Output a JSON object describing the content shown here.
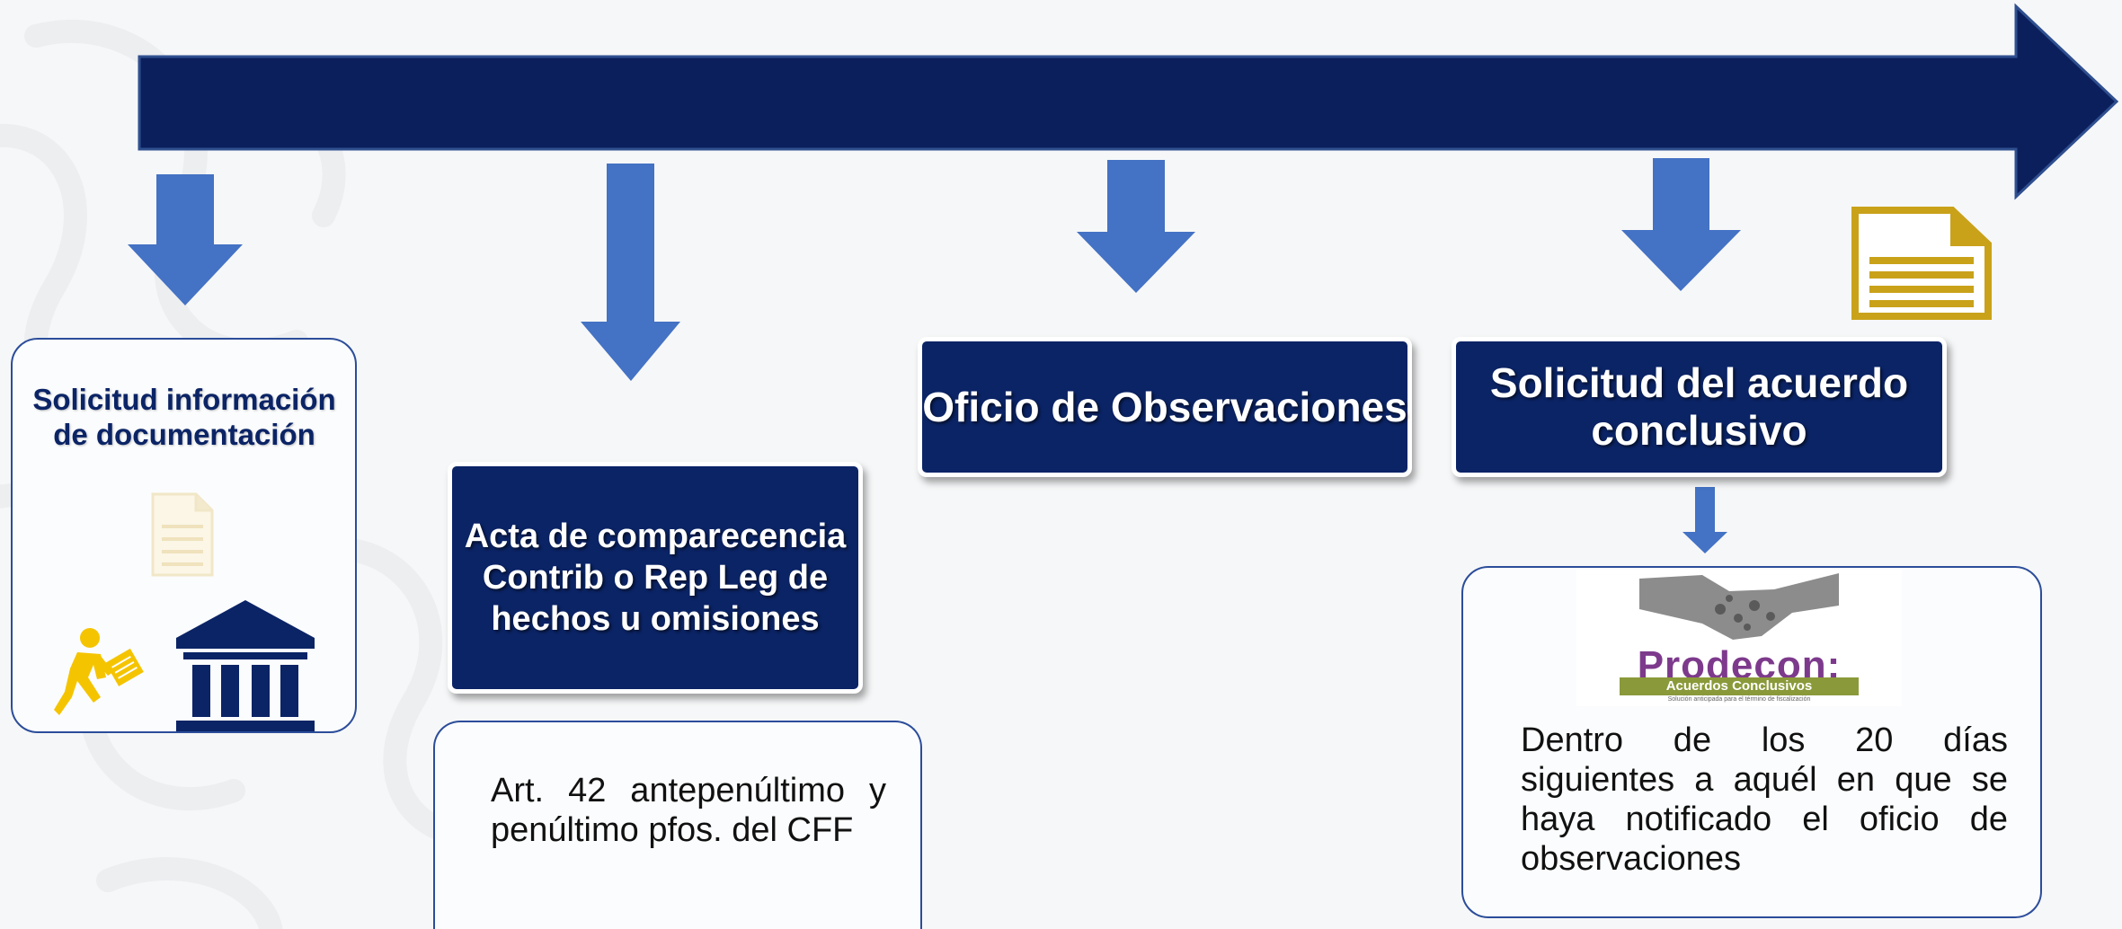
{
  "steps": {
    "solicitud_info": {
      "label": "Solicitud información de documentación"
    },
    "acta": {
      "label": "Acta de comparecencia Contrib o Rep Leg de hechos u omisiones"
    },
    "oficio": {
      "label": "Oficio de Observaciones"
    },
    "acuerdo": {
      "label": "Solicitud del acuerdo conclusivo"
    }
  },
  "notes": {
    "art": "Art. 42 antepenúltimo y penúltimo pfos. del CFF",
    "dentro": "Dentro de los 20 días siguientes a aquél en que se haya notificado el oficio de observaciones"
  },
  "logo": {
    "name": "Prodecon:",
    "subtitle": "Acuerdos Conclusivos",
    "tagline": "Solución anticipada para el término de fiscalización"
  },
  "colors": {
    "timeline_navy": "#0b1f5c",
    "arrow_blue": "#4472c4",
    "box_navy": "#0b2466",
    "gold_icon": "#c9a21a",
    "yellow_figure": "#f5c400"
  },
  "icons": [
    "document-icon",
    "walking-person-icon",
    "bank-building-icon",
    "document-gold-icon"
  ]
}
